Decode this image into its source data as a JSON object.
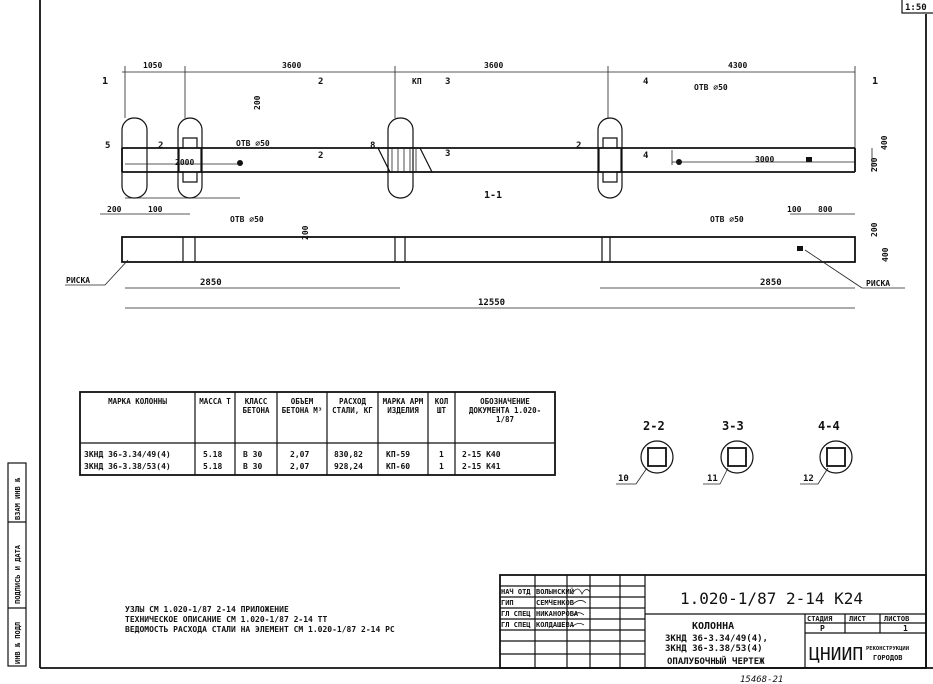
{
  "scale_label": "1:50",
  "margin_stamp": [
    "ИНВ № ПОДЛ",
    "ПОДПИСЬ И ДАТА",
    "ВЗАМ ИНВ №"
  ],
  "plan": {
    "dims_top": [
      "1050",
      "3600",
      "3600",
      "4300"
    ],
    "dims_bottom": [
      "2000",
      "3000"
    ],
    "dim_200": "200",
    "dim_400": "400",
    "hole_label_1": "ОТВ ⌀50",
    "hole_label_2": "ОТВ ⌀50",
    "kp_label": "КП",
    "section_marks": [
      "1",
      "2",
      "2",
      "3",
      "3",
      "4",
      "4"
    ],
    "callouts": [
      "5",
      "2",
      "8",
      "2"
    ]
  },
  "section_1_1": {
    "title": "1-1",
    "dims_top": [
      "200",
      "100",
      "100",
      "800"
    ],
    "hole_labels": [
      "ОТВ ⌀50",
      "ОТВ ⌀50"
    ],
    "dims_bottom": [
      "2850",
      "2850"
    ],
    "overall": "12550",
    "riska": [
      "РИСКА",
      "РИСКА"
    ],
    "dim_200": "200",
    "dim_400": "400"
  },
  "table": {
    "headers": [
      "МАРКА КОЛОННЫ",
      "МАССА Т",
      "КЛАСС БЕТОНА",
      "ОБЪЕМ БЕТОНА М³",
      "РАСХОД СТАЛИ, КГ",
      "МАРКА АРМ ИЗДЕЛИЯ",
      "КОЛ ШТ",
      "ОБОЗНАЧЕНИЕ ДОКУМЕНТА 1.020-1/87"
    ],
    "rows": [
      [
        "3КНД 36-3.34/49(4)",
        "5.18",
        "В 30",
        "2,07",
        "830,82",
        "КП-59",
        "1",
        "2-15 К40"
      ],
      [
        "3КНД 36-3.38/53(4)",
        "5.18",
        "В 30",
        "2,07",
        "928,24",
        "КП-60",
        "1",
        "2-15 К41"
      ]
    ]
  },
  "sections": [
    {
      "title": "2-2",
      "callout": "10"
    },
    {
      "title": "3-3",
      "callout": "11"
    },
    {
      "title": "4-4",
      "callout": "12"
    }
  ],
  "notes": [
    "УЗЛЫ СМ 1.020-1/87 2-14 ПРИЛОЖЕНИЕ",
    "ТЕХНИЧЕСКОЕ ОПИСАНИЕ СМ 1.020-1/87 2-14 ТТ",
    "ВЕДОМОСТЬ РАСХОДА СТАЛИ НА ЭЛЕМЕНТ СМ 1.020-1/87 2-14 РС"
  ],
  "title_block": {
    "signers": [
      {
        "role": "НАЧ ОТД",
        "name": "ВОЛЫНСКИЙ"
      },
      {
        "role": "ГИП",
        "name": "СЕМЧЕНКОВ"
      },
      {
        "role": "ГЛ СПЕЦ",
        "name": "НИКАНОРОВА"
      },
      {
        "role": "ГЛ СПЕЦ",
        "name": "КОЛДАШЕВА"
      }
    ],
    "doc_code": "1.020-1/87 2-14 К24",
    "item_title": "КОЛОННА",
    "item_marks": [
      "3КНД 36-3.34/49(4),",
      "3КНД 36-3.38/53(4)"
    ],
    "drawing_type": "ОПАЛУБОЧНЫЙ ЧЕРТЕЖ",
    "stage_header": "СТАДИЯ",
    "sheet_header": "ЛИСТ",
    "sheets_header": "ЛИСТОВ",
    "stage": "Р",
    "sheets": "1",
    "org_logo": "ЦНИИП",
    "org_sub": [
      "РЕКОНСТРУКЦИИ",
      "ГОРОДОВ"
    ],
    "inventory": "15468-21"
  }
}
